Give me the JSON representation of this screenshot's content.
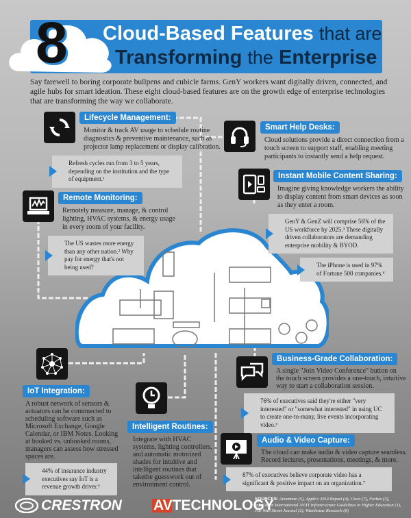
{
  "header": {
    "number": "8",
    "title_bold_1": "Cloud-Based Features",
    "title_light_1": "that are",
    "title_bold_2": "Transforming",
    "title_light_2": "the",
    "title_bold_3": "Enterprise"
  },
  "intro": "Say farewell to boring corporate bullpens and cubicle farms. GenY workers want digitally driven, connected, and agile hubs for smart ideation. These eight cloud-based features are on the growth edge of enterprise technologies that are transforming the way we collaborate.",
  "features": {
    "lifecycle": {
      "title": "Lifecycle Management:",
      "body": "Monitor & track AV usage to schedule routine diagnostics & preventive maintenance, such as projector lamp replacement or display calibration.",
      "stat": "Refresh cycles run from 3 to 5 years, depending on the institution and the type of equipment.¹",
      "icon": "recycle-arrows-icon"
    },
    "remote": {
      "title": "Remote Monitoring:",
      "body": "Remotely measure, manage, & control lighting, HVAC systems, & energy usage in every room of your facility.",
      "stat": "The US wastes more energy than any other nation.² Why pay for energy that's not being used?",
      "icon": "laptop-graph-icon"
    },
    "helpdesk": {
      "title": "Smart Help Desks:",
      "body": "Cloud solutions provide a direct connection from a touch screen to support staff, enabling meeting participants to instantly send a help request.",
      "icon": "headset-icon"
    },
    "mobile": {
      "title": "Instant Mobile Content Sharing:",
      "body": "Imagine giving knowledge workers the ability to display content from smart devices as soon as they enter a room.",
      "stat": "GenY & GenZ will comprise 56% of the US workforce by 2025.³ These digitally driven collaborators are demanding enterprise mobility & BYOD.",
      "stat2": "The iPhone is used in 97% of Fortune 500 companies.⁴",
      "icon": "mobile-devices-icon"
    },
    "iot": {
      "title": "IoT Integration:",
      "body": "A robust network of sensors & actuators can be comnnected to scheduling software such as Microsoft Exchange, Google Calendar, or IBM Notes. Looking at booked vs. unbooked rooms, managers can assess how stressed spaces are.",
      "stat": "44% of insurance industry executives say IoT is a revenue growth driver.⁵",
      "icon": "network-icon"
    },
    "routines": {
      "title": "Intelligent Routines:",
      "body": "Integrate with HVAC systems, lighting controllers, and automatic motorized shades for intuitive and intelligent routines that takethe guesswork out of environment control.",
      "icon": "lightbulb-clock-icon"
    },
    "collab": {
      "title": "Business-Grade Collaboration:",
      "body": "A single \"Join Video Conference\" button on the touch screen provides a one-touch, intuitive way to start a collaboration session.",
      "stat": "76% of executives said they're either \"very interested\" or \"somewhat interested\" in using UC to create one-to-many, live events incorporating video.⁶",
      "icon": "chat-bubbles-icon"
    },
    "capture": {
      "title": "Audio & Video Capture:",
      "body": "The cloud can make audio & video capture seamless. Record lectures, presentations, meetings, & more.",
      "stat": "87% of executives believe corporate video has a significant & positive impact on an organization.⁷",
      "icon": "projector-screen-icon"
    }
  },
  "footer": {
    "logo1": "CRESTRON",
    "logo2": "AVTECHNOLOGY",
    "sources_label": "SOURCES:",
    "sources": "Accenture (5), Apple's 2014 Report (4), Cisco (7), Forbes (3), InfoComm International AV/IT Infrastructure Guidelines in Higher Education (1), The Wall Street Journal (2), Wainhouse Research (6)"
  },
  "colors": {
    "accent": "#2a86d0",
    "dark": "#151515",
    "title_dark": "#0f2a44"
  }
}
